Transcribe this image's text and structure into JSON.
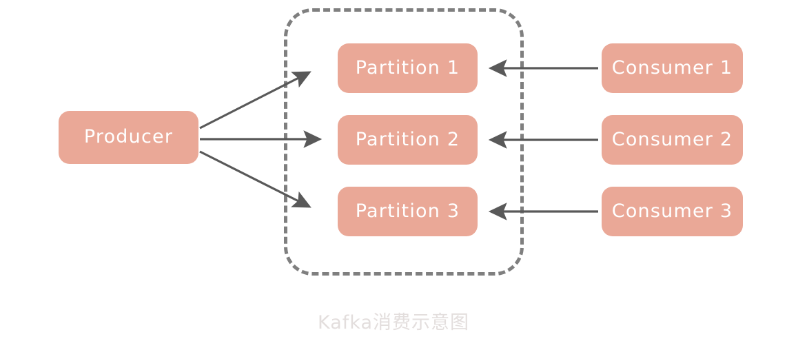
{
  "diagram": {
    "caption": "Kafka消费示意图",
    "colors": {
      "node_fill": "#eaa897",
      "node_text": "#ffffff",
      "edge": "#595959",
      "cluster_border": "#7f7f7f",
      "caption_text": "#e3dedd",
      "background": "#ffffff"
    },
    "cluster": {
      "name": "kafka-cluster-boundary",
      "style": "dashed-rounded-rectangle"
    },
    "producer": {
      "label": "Producer"
    },
    "partitions": [
      {
        "label": "Partition 1"
      },
      {
        "label": "Partition 2"
      },
      {
        "label": "Partition 3"
      }
    ],
    "consumers": [
      {
        "label": "Consumer 1"
      },
      {
        "label": "Consumer 2"
      },
      {
        "label": "Consumer 3"
      }
    ],
    "edges": [
      {
        "name": "producer-to-partition-1",
        "from": "Producer",
        "to": "Partition 1",
        "direction": "right"
      },
      {
        "name": "producer-to-partition-2",
        "from": "Producer",
        "to": "Partition 2",
        "direction": "right"
      },
      {
        "name": "producer-to-partition-3",
        "from": "Producer",
        "to": "Partition 3",
        "direction": "right"
      },
      {
        "name": "consumer-1-to-partition-1",
        "from": "Consumer 1",
        "to": "Partition 1",
        "direction": "left"
      },
      {
        "name": "consumer-2-to-partition-2",
        "from": "Consumer 2",
        "to": "Partition 2",
        "direction": "left"
      },
      {
        "name": "consumer-3-to-partition-3",
        "from": "Consumer 3",
        "to": "Partition 3",
        "direction": "left"
      }
    ]
  }
}
